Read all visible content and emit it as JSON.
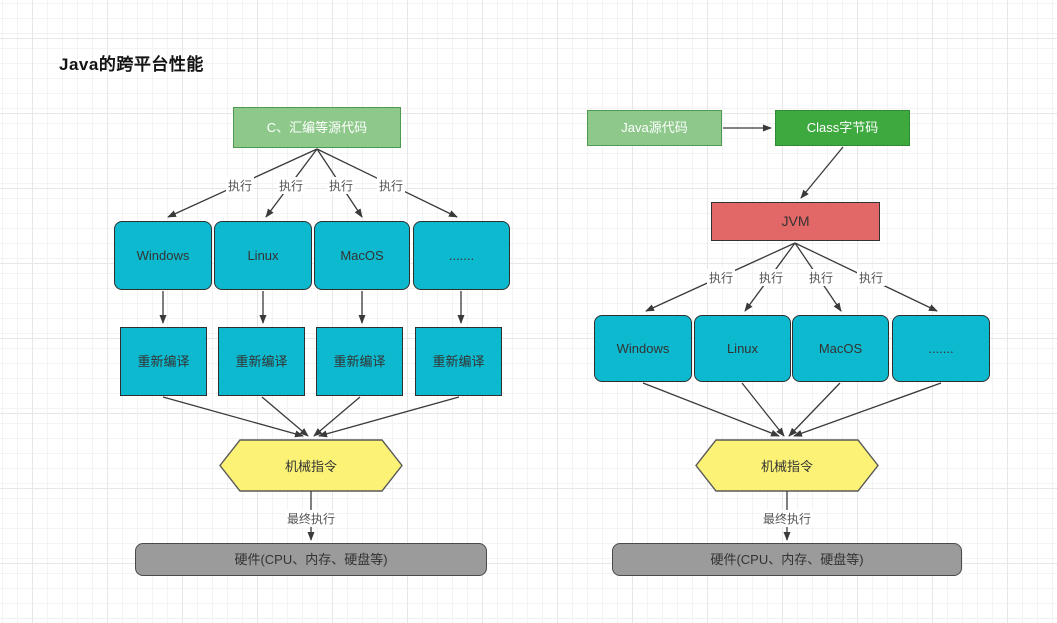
{
  "title": "Java的跨平台性能",
  "colors": {
    "green_light": "#8ec98b",
    "green_dark": "#3ea93f",
    "cyan": "#0db9ce",
    "red": "#e26868",
    "yellow": "#fbf276",
    "gray": "#9b9b9b",
    "arrow": "#3a3a3a",
    "grid_minor": "#f3f3f3",
    "grid_major": "#e7e7e7"
  },
  "left": {
    "source": "C、汇编等源代码",
    "execute_labels": [
      "执行",
      "执行",
      "执行",
      "执行"
    ],
    "platforms": [
      "Windows",
      "Linux",
      "MacOS",
      "......."
    ],
    "recompile": [
      "重新编译",
      "重新编译",
      "重新编译",
      "重新编译"
    ],
    "machine_instruction": "机械指令",
    "final_execute": "最终执行",
    "hardware": "硬件(CPU、内存、硬盘等)"
  },
  "right": {
    "source": "Java源代码",
    "bytecode": "Class字节码",
    "jvm": "JVM",
    "execute_labels": [
      "执行",
      "执行",
      "执行",
      "执行"
    ],
    "platforms": [
      "Windows",
      "Linux",
      "MacOS",
      "......."
    ],
    "machine_instruction": "机械指令",
    "final_execute": "最终执行",
    "hardware": "硬件(CPU、内存、硬盘等)"
  }
}
